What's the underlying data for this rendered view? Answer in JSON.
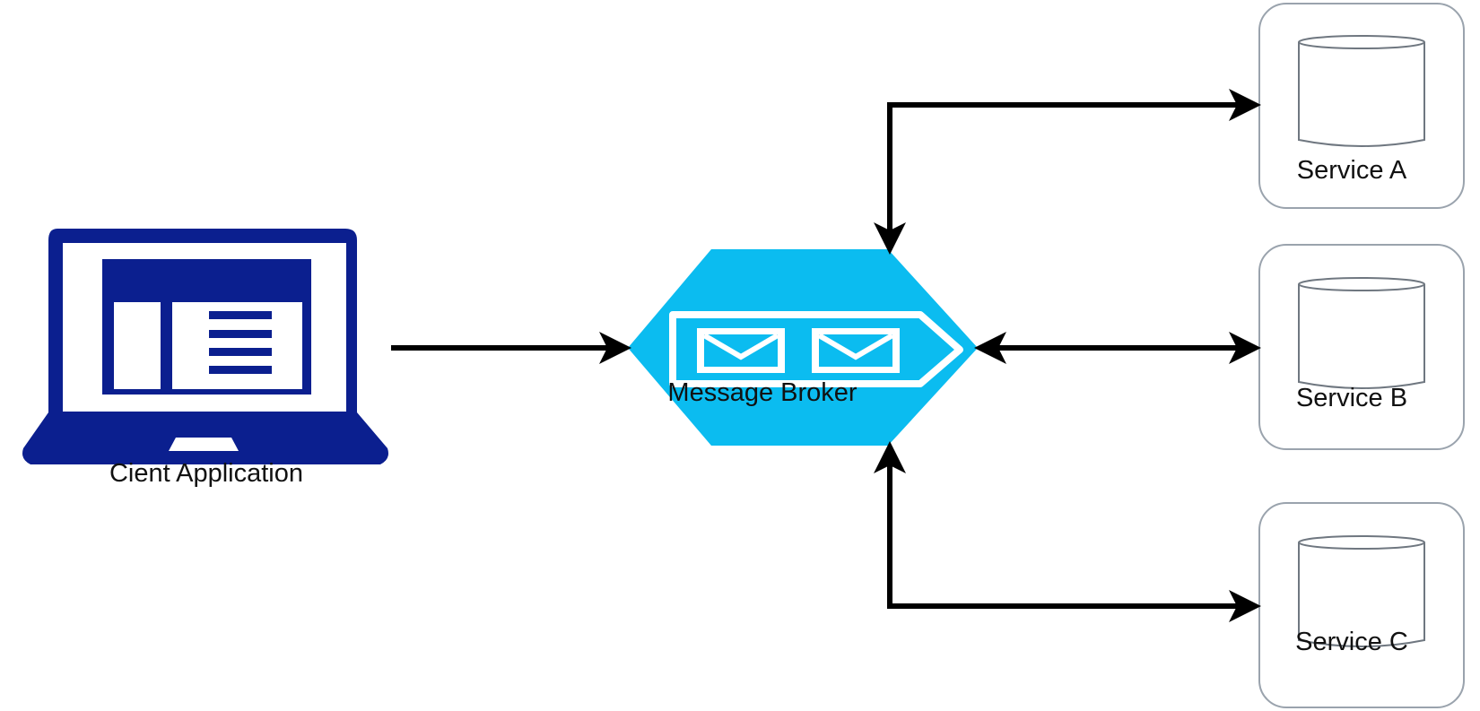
{
  "client": {
    "label": "Cient Application"
  },
  "broker": {
    "label": "Message Broker"
  },
  "services": [
    {
      "label": "Service A"
    },
    {
      "label": "Service B"
    },
    {
      "label": "Service C"
    }
  ],
  "colors": {
    "laptop": "#0b1f8f",
    "broker": "#0bbcf0",
    "arrow": "#000000",
    "service_border": "#9aa3ad",
    "envelope": "#ffffff"
  },
  "icons": [
    "laptop-icon",
    "message-queue-icon",
    "envelope-icon",
    "database-cylinder-icon"
  ]
}
